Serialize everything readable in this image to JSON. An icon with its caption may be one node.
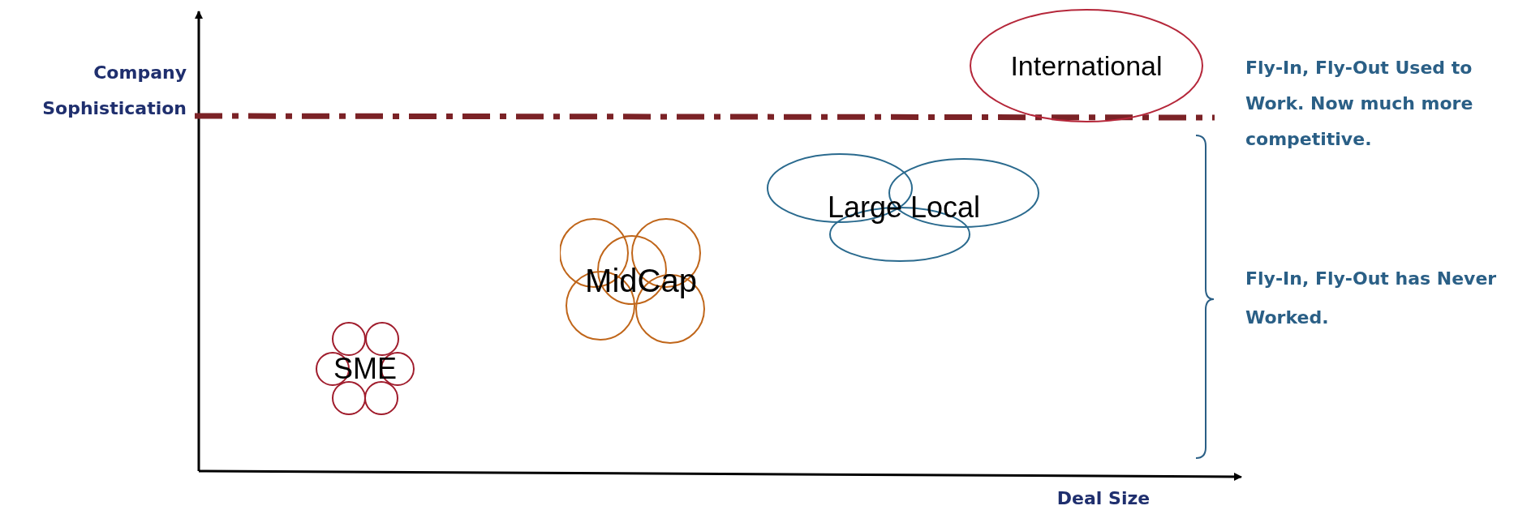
{
  "diagram": {
    "nodes": [
      {
        "text": [
          "International"
        ]
      },
      {
        "text": [
          "Large Local"
        ]
      },
      {
        "text": [
          "MidCap"
        ]
      },
      {
        "text": [
          "SME"
        ]
      }
    ],
    "labels": [
      "Company Sophistication",
      "Fly-In, Fly-Out Used to Work. Now much more competitive.",
      "Fly-In, Fly-Out has Never Worked.",
      "Deal Size"
    ]
  }
}
